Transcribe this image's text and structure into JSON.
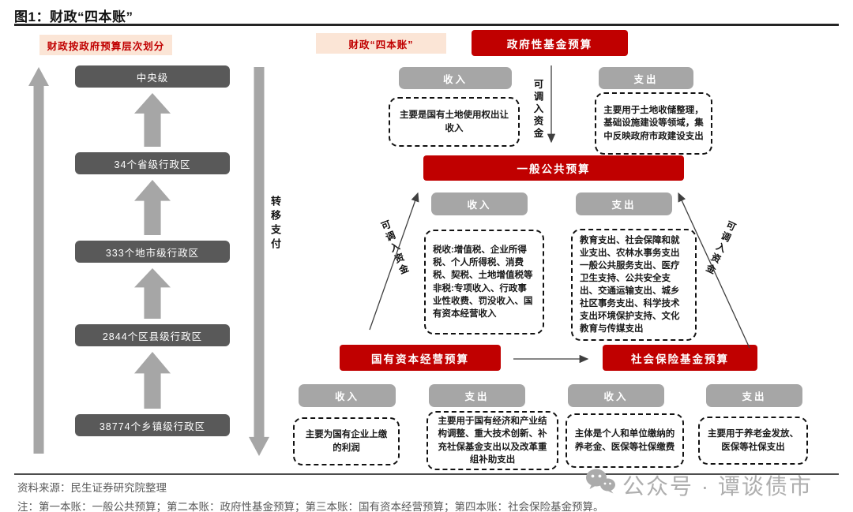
{
  "title": "图1：财政“四本账”",
  "left_panel": {
    "header_label": "财政按政府预算层次划分",
    "transfer_label": "转移支付",
    "levels": [
      "中央级",
      "34个省级行政区",
      "333个地市级行政区",
      "2844个区县级行政区",
      "38774个乡镇级行政区"
    ]
  },
  "diagram": {
    "header_label": "财政“四本账”",
    "income_label": "收入",
    "expense_label": "支出",
    "transfer_in_label": "可调入资金",
    "gov_fund": {
      "title": "政府性基金预算",
      "income_desc": "主要是国有土地使用权出让收入",
      "expense_desc": "主要用于土地收储整理，基础设施建设等领域，集中反映政府市政建设支出"
    },
    "general_public": {
      "title": "一般公共预算",
      "income_desc": "税收:增值税、企业所得税、个人所得税、消费税、契税、土地增值税等\n非税:专项收入、行政事业性收费、罚没收入、国有资本经营收入",
      "expense_desc": "教育支出、社会保障和就业支出、农林水事务支出一般公共服务支出、医疗卫生支持、公共安全支出、交通运输支出、城乡社区事务支出、科学技术支出环境保护支持、文化教育与传媒支出"
    },
    "state_capital": {
      "title": "国有资本经营预算",
      "income_desc": "主要为国有企业上缴的利润",
      "expense_desc": "主要用于国有经济和产业结构调整、重大技术创新、补充社保基金支出以及改革重组补助支出"
    },
    "social_insurance": {
      "title": "社会保险基金预算",
      "income_desc": "主体是个人和单位缴纳的养老金、医保等社保缴费",
      "expense_desc": "主要用于养老金发放、医保等社保支出"
    }
  },
  "footer": {
    "source": "资料来源：民生证券研究院整理",
    "note": "注：第一本账：一般公共预算；第二本账：政府性基金预算；第三本账：国有资本经营预算；第四本账：社会保险基金预算。"
  },
  "watermark": {
    "text": "公众号 · 谭谈债市"
  },
  "colors": {
    "accent_red": "#C00000",
    "pink_bg": "#FBE5D6",
    "dark_gray": "#595959",
    "mid_gray": "#A6A6A6"
  }
}
